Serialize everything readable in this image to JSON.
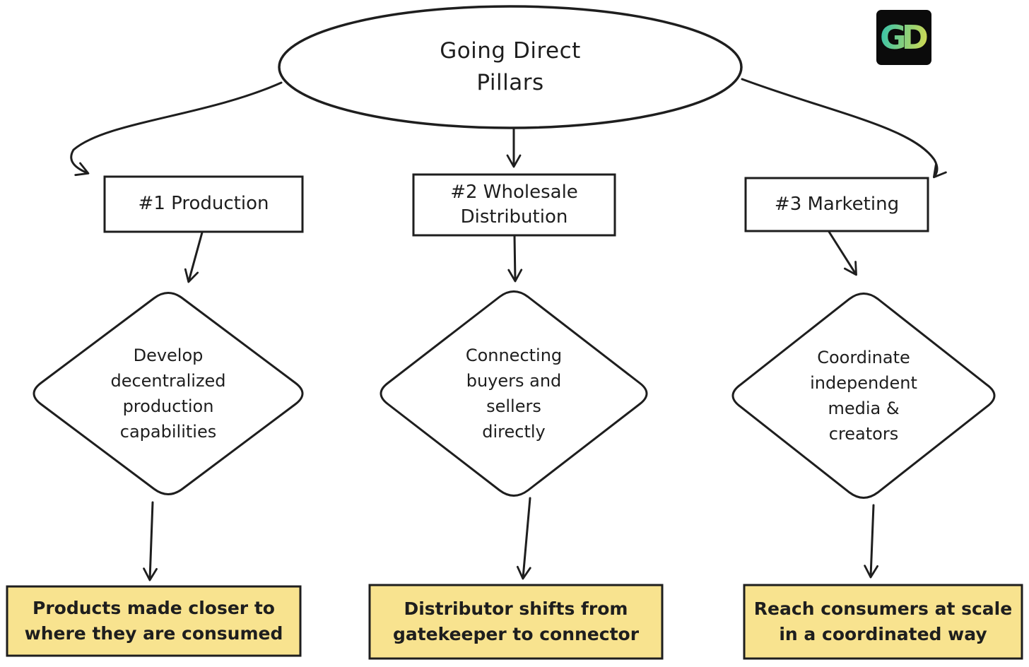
{
  "header": {
    "root_label": "Going Direct\nPillars",
    "logo_text": "GD"
  },
  "colors": {
    "stroke": "#1e1e1e",
    "shape_fill": "#ffffff",
    "outcome_fill": "#f8e38f",
    "logo_bg": "#0b0b0b",
    "logo_gradient_start": "#40c4a5",
    "logo_gradient_end": "#c9d957"
  },
  "pillars": [
    {
      "box_label": "#1 Production",
      "diamond_label": "Develop\ndecentralized\nproduction\ncapabilities",
      "outcome_label": "Products made closer to\nwhere they are consumed"
    },
    {
      "box_label": "#2 Wholesale\nDistribution",
      "diamond_label": "Connecting\nbuyers and\nsellers\ndirectly",
      "outcome_label": "Distributor shifts from\ngatekeeper to connector"
    },
    {
      "box_label": "#3 Marketing",
      "diamond_label": "Coordinate\nindependent\nmedia &\ncreators",
      "outcome_label": "Reach consumers at scale\nin a coordinated way"
    }
  ]
}
